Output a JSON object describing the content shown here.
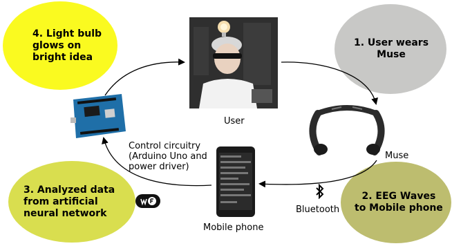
{
  "bubbles": {
    "step1": {
      "text": "1.  User wears\nMuse",
      "color": "#c8c8c6"
    },
    "step2": {
      "text": "2.  EEG Waves\nto Mobile phone",
      "color": "#bdbd6f"
    },
    "step3": {
      "text": "3.  Analyzed data\nfrom artificial\nneural network",
      "color": "#d9de4f"
    },
    "step4": {
      "text": "4.  Light bulb\nglows on\nbright idea",
      "color": "#fafa20"
    }
  },
  "labels": {
    "user": "User",
    "muse": "Muse",
    "mobile_phone": "Mobile phone",
    "bluetooth": "Bluetooth",
    "control": "Control circuitry\n(Arduino Uno and\npower driver)"
  },
  "icons": {
    "user_photo": "person-with-light-bulb-photo",
    "muse": "muse-headband-image",
    "phone": "smartphone-image",
    "arduino": "arduino-board-image",
    "bluetooth": "bluetooth-icon",
    "wifi": "wifi-logo-icon"
  }
}
